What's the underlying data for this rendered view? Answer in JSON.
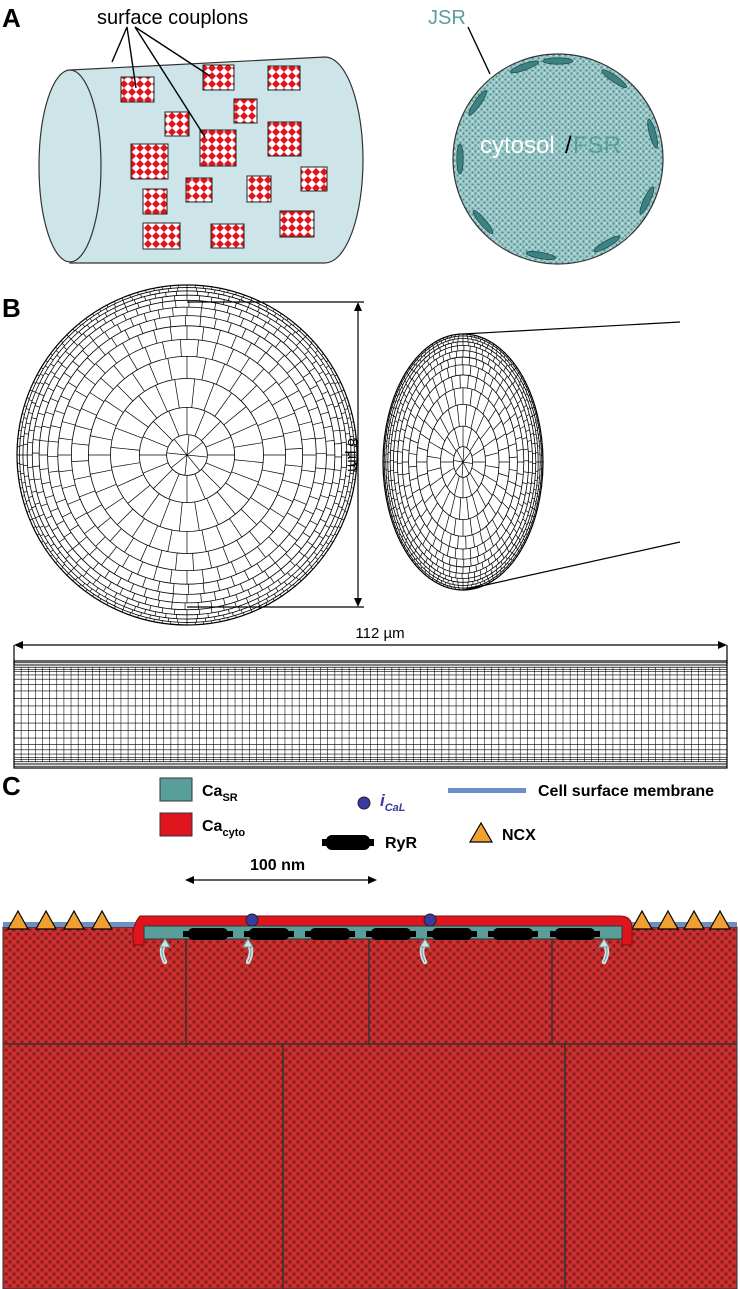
{
  "panel_a": {
    "letter": "A",
    "callout": "surface couplons",
    "jsr_label": "JSR",
    "cytosol_label": "cytosol",
    "fsr_label": "FSR",
    "slash": "/"
  },
  "panel_b": {
    "letter": "B",
    "diameter_label": "8 µm",
    "length_label": "112 µm"
  },
  "panel_c": {
    "letter": "C",
    "legend": {
      "ca_sr": {
        "main": "Ca",
        "sub": "SR"
      },
      "ca_cyto": {
        "main": "Ca",
        "sub": "cyto"
      },
      "ical": {
        "main": "i",
        "sub": "CaL"
      },
      "ryr": "RyR",
      "membrane": "Cell surface membrane",
      "ncx": "NCX"
    },
    "scale_label": "100 nm"
  },
  "colors": {
    "cell_fill": "#cde5e8",
    "coupling_red": "#e0141c",
    "sr_teal": "#5a9e9c",
    "cytosol_teal": "#8ec3c3",
    "membrane_blue": "#6b8fc9",
    "ncx_orange": "#f0a030",
    "ical_purple": "#3a3aa0",
    "cyto_red": "#bb2a2a"
  }
}
